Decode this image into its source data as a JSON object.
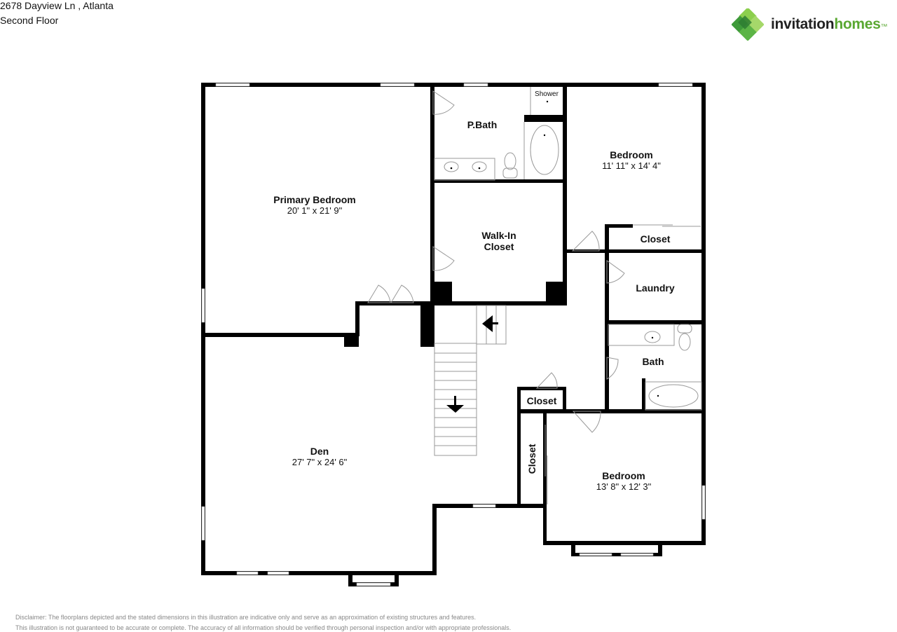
{
  "header": {
    "address": "2678 Dayview Ln , Atlanta",
    "floor": "Second Floor"
  },
  "brand": {
    "name_part1": "invitation",
    "name_part2": "homes",
    "trademark": "™",
    "logo_icon": "green-diamond-cluster-icon",
    "colors": {
      "dark_green": "#2e7d32",
      "light_green": "#7cc242",
      "text": "#222222",
      "accent": "#5aa832"
    }
  },
  "rooms": {
    "primary_bedroom": {
      "name": "Primary Bedroom",
      "dims": "20' 1\" x 21' 9\""
    },
    "p_bath": {
      "name": "P.Bath"
    },
    "shower": {
      "name": "Shower"
    },
    "bedroom_ne": {
      "name": "Bedroom",
      "dims": "11' 11\" x 14' 4\""
    },
    "walk_in_closet": {
      "name_line1": "Walk-In",
      "name_line2": "Closet"
    },
    "closet_ne": {
      "name": "Closet"
    },
    "laundry": {
      "name": "Laundry"
    },
    "bath": {
      "name": "Bath"
    },
    "closet_hall": {
      "name": "Closet"
    },
    "closet_side": {
      "name": "Closet"
    },
    "den": {
      "name": "Den",
      "dims": "27' 7\" x 24' 6\""
    },
    "bedroom_se": {
      "name": "Bedroom",
      "dims": "13' 8\" x 12' 3\""
    }
  },
  "disclaimer": {
    "line1": "Disclaimer: The floorplans depicted and the stated dimensions in this illustration are indicative only and serve as an approximation of existing structures and features.",
    "line2": "This illustration is not guaranteed to be accurate or complete. The accuracy of all information should be verified through personal inspection and/or with appropriate professionals."
  }
}
